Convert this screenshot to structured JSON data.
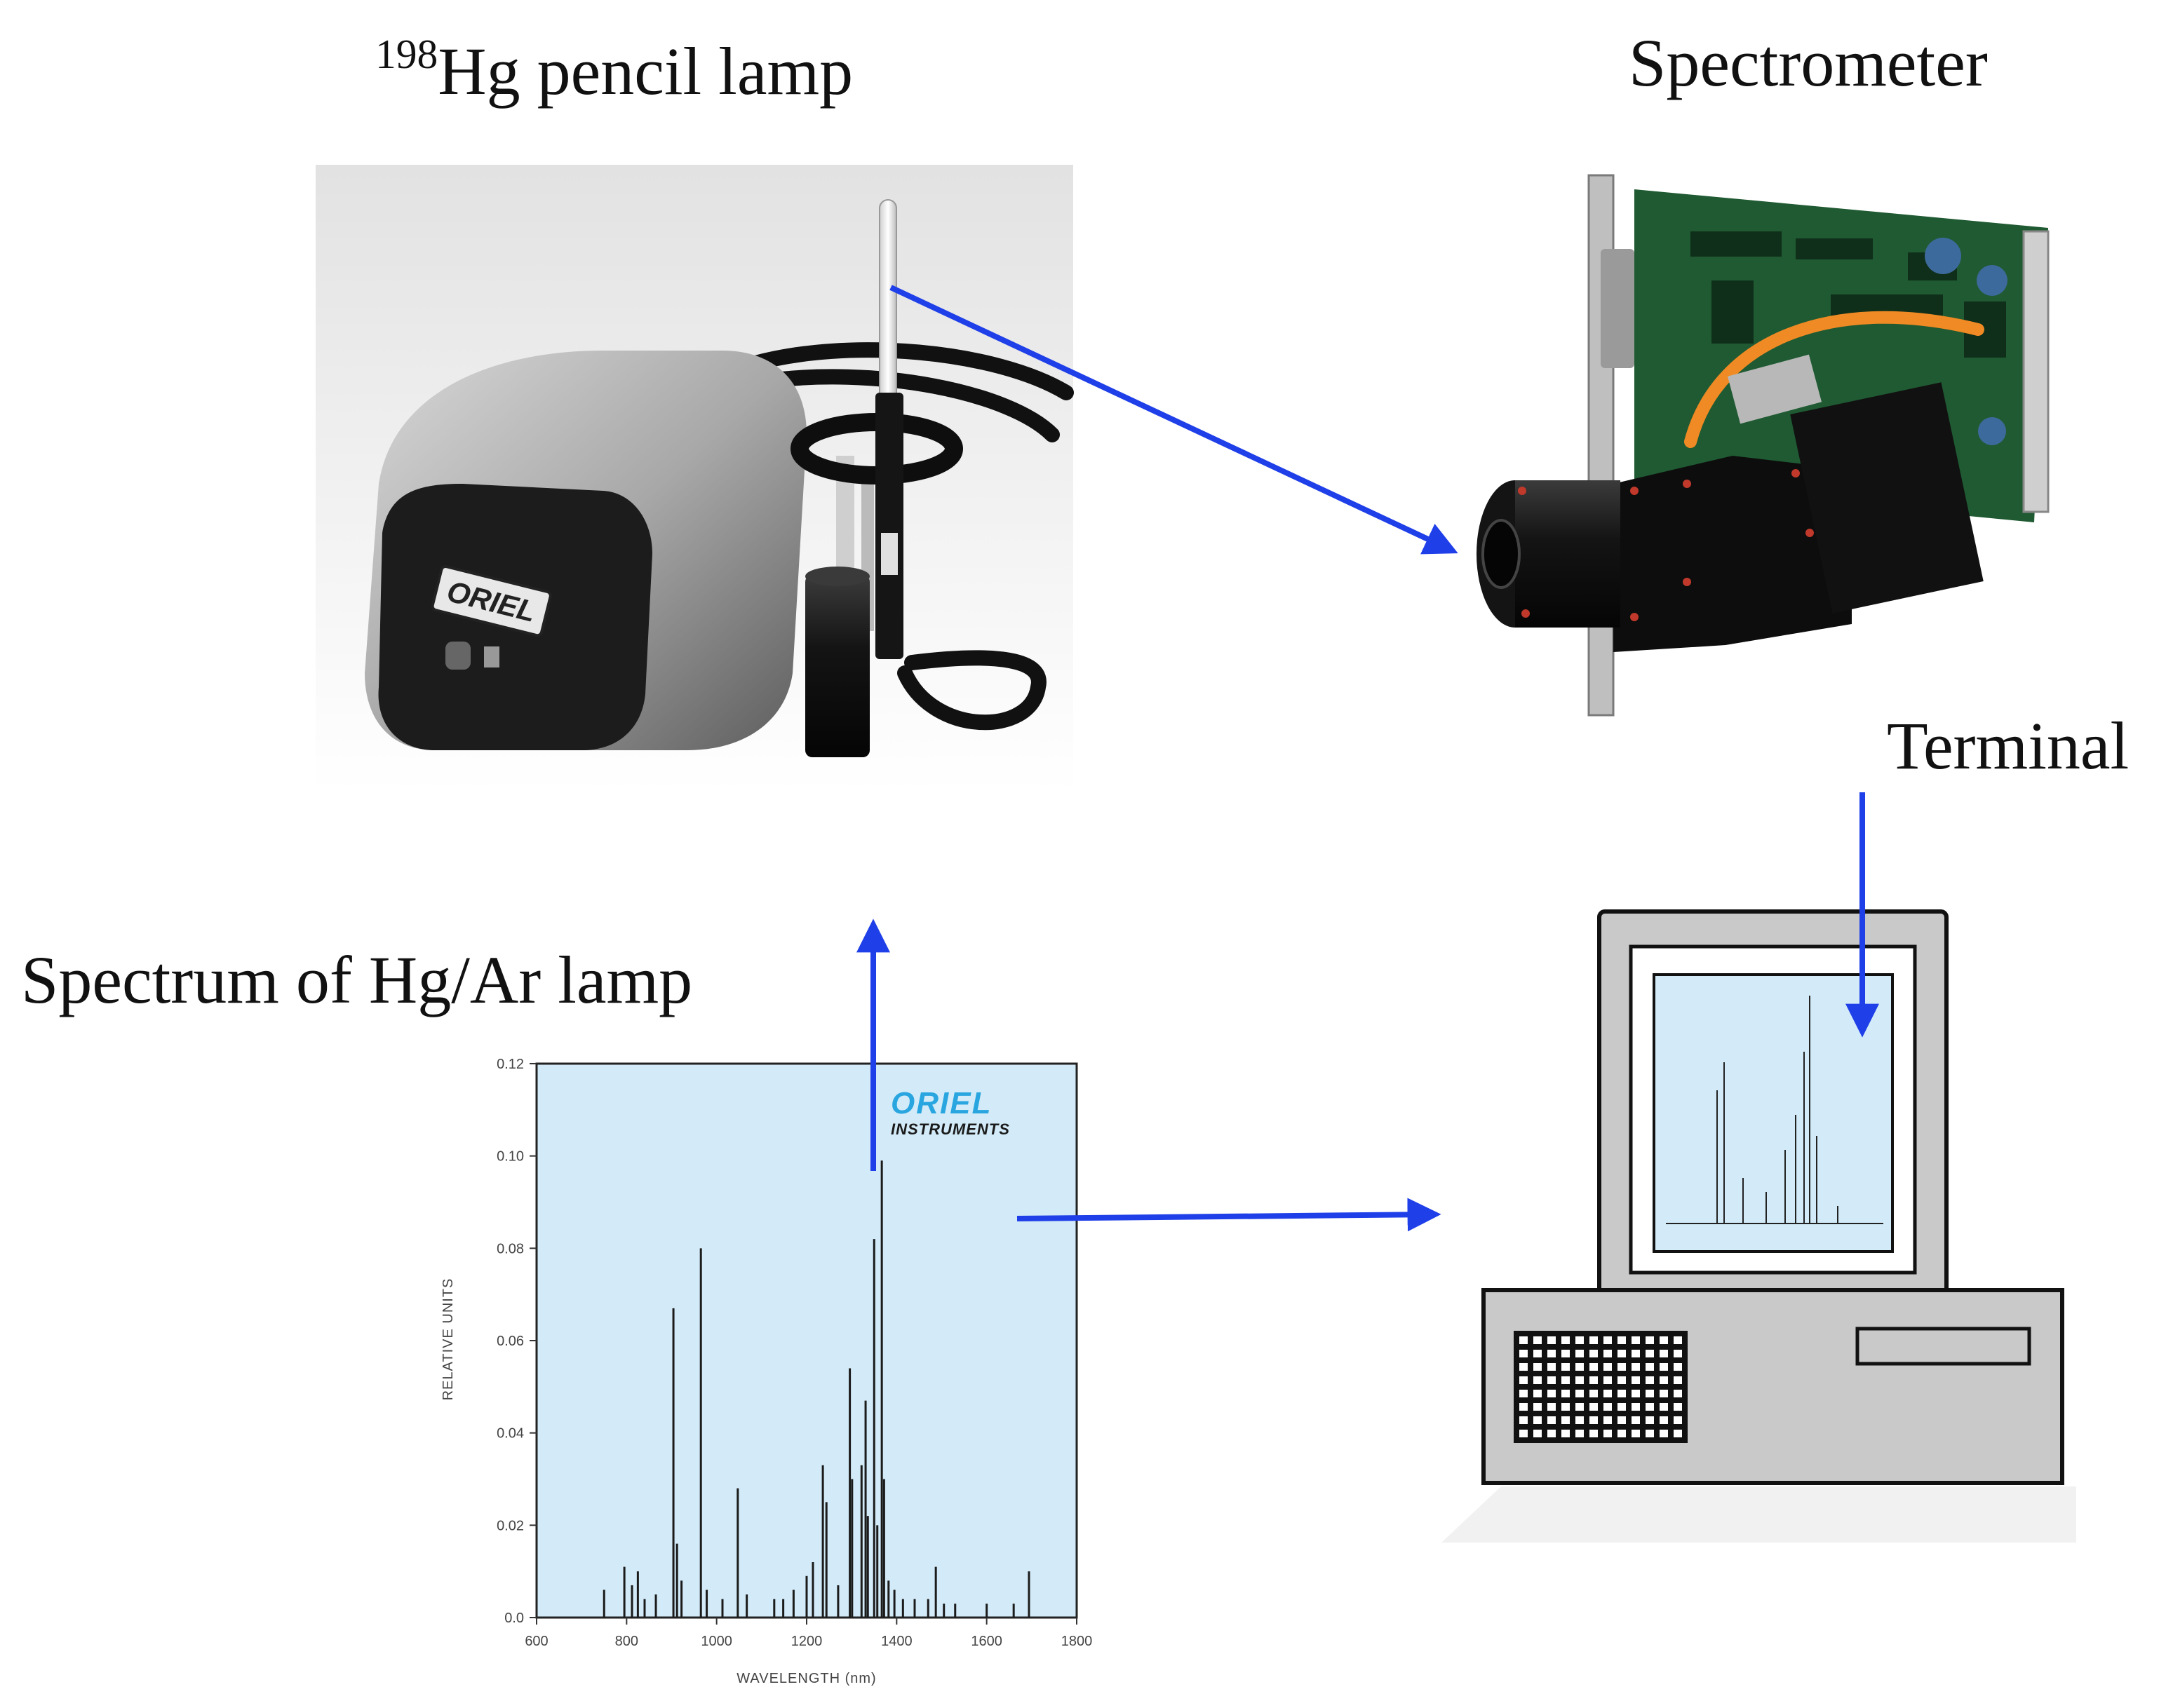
{
  "labels": {
    "lamp_mass": "198",
    "lamp_rest": "Hg pencil lamp",
    "spectrometer": "Spectrometer",
    "terminal": "Terminal",
    "spectrum": "Spectrum of Hg/Ar lamp"
  },
  "lamp_unit": {
    "brand": "ORIEL"
  },
  "colors": {
    "arrow": "#1f3fe8",
    "plot_bg": "#d3ebf8",
    "board": "#1f5a32",
    "terminal_body": "#c9c9c9"
  },
  "chart_data": {
    "type": "line",
    "logo": {
      "main": "ORIEL",
      "sub": "INSTRUMENTS"
    },
    "xlabel": "WAVELENGTH (nm)",
    "ylabel": "RELATIVE UNITS",
    "xlim": [
      600,
      1800
    ],
    "ylim": [
      0,
      0.12
    ],
    "xticks": [
      "600",
      "800",
      "1000",
      "1200",
      "1400",
      "1600",
      "1800"
    ],
    "yticks": [
      "0.0",
      "0.02",
      "0.04",
      "0.06",
      "0.08",
      "0.10",
      "0.12"
    ],
    "peaks": [
      {
        "x": 750,
        "y": 0.006
      },
      {
        "x": 795,
        "y": 0.011
      },
      {
        "x": 812,
        "y": 0.007
      },
      {
        "x": 825,
        "y": 0.01
      },
      {
        "x": 840,
        "y": 0.004
      },
      {
        "x": 865,
        "y": 0.005
      },
      {
        "x": 904,
        "y": 0.067
      },
      {
        "x": 912,
        "y": 0.016
      },
      {
        "x": 922,
        "y": 0.008
      },
      {
        "x": 965,
        "y": 0.08
      },
      {
        "x": 978,
        "y": 0.006
      },
      {
        "x": 1013,
        "y": 0.004
      },
      {
        "x": 1047,
        "y": 0.028
      },
      {
        "x": 1067,
        "y": 0.005
      },
      {
        "x": 1128,
        "y": 0.004
      },
      {
        "x": 1148,
        "y": 0.004
      },
      {
        "x": 1171,
        "y": 0.006
      },
      {
        "x": 1200,
        "y": 0.009
      },
      {
        "x": 1214,
        "y": 0.012
      },
      {
        "x": 1236,
        "y": 0.033
      },
      {
        "x": 1244,
        "y": 0.025
      },
      {
        "x": 1270,
        "y": 0.007
      },
      {
        "x": 1296,
        "y": 0.054
      },
      {
        "x": 1301,
        "y": 0.03
      },
      {
        "x": 1322,
        "y": 0.033
      },
      {
        "x": 1331,
        "y": 0.047
      },
      {
        "x": 1336,
        "y": 0.022
      },
      {
        "x": 1350,
        "y": 0.082
      },
      {
        "x": 1357,
        "y": 0.02
      },
      {
        "x": 1367,
        "y": 0.099
      },
      {
        "x": 1372,
        "y": 0.03
      },
      {
        "x": 1382,
        "y": 0.008
      },
      {
        "x": 1395,
        "y": 0.006
      },
      {
        "x": 1414,
        "y": 0.004
      },
      {
        "x": 1440,
        "y": 0.004
      },
      {
        "x": 1470,
        "y": 0.004
      },
      {
        "x": 1487,
        "y": 0.011
      },
      {
        "x": 1505,
        "y": 0.003
      },
      {
        "x": 1530,
        "y": 0.003
      },
      {
        "x": 1600,
        "y": 0.003
      },
      {
        "x": 1660,
        "y": 0.003
      },
      {
        "x": 1694,
        "y": 0.01
      }
    ]
  }
}
